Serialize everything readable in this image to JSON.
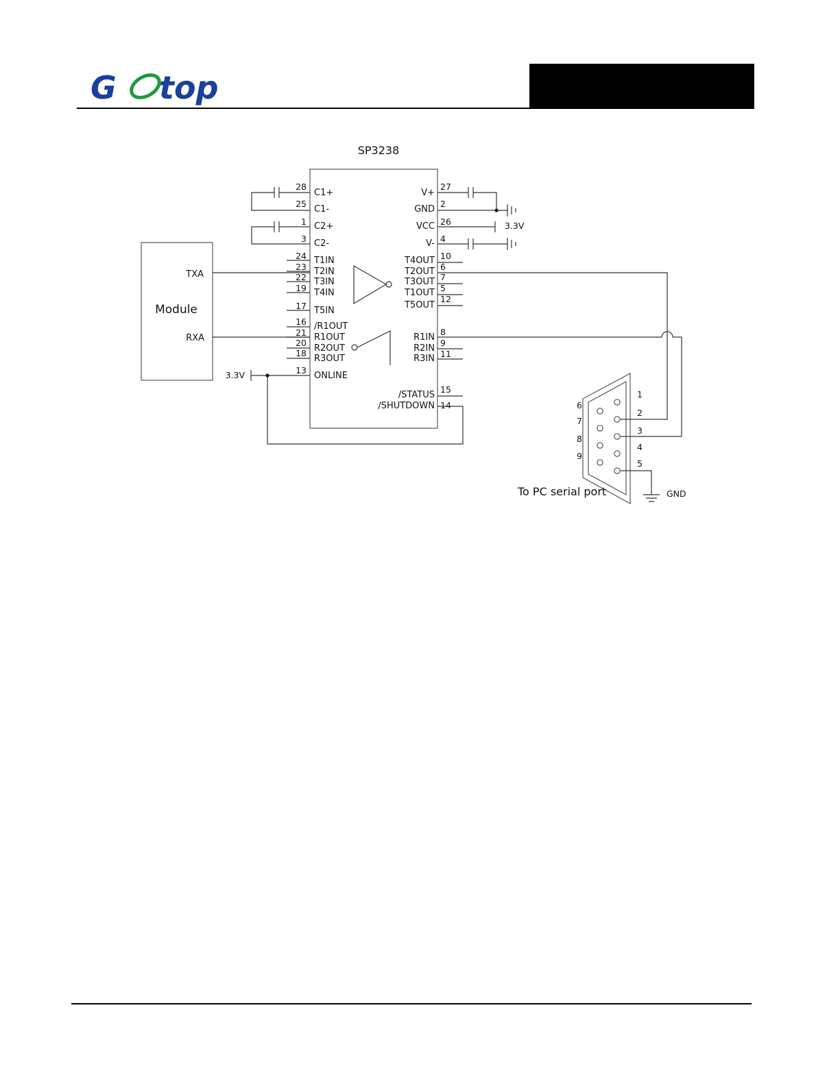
{
  "header": {
    "logo_text": "Gotop",
    "brand_colors": {
      "blue": "#1a3f9c",
      "green": "#1c9a3c"
    }
  },
  "diagram": {
    "chip_name": "SP3238",
    "module_label": "Module",
    "module_pins": [
      "TXA",
      "RXA"
    ],
    "supply_left": "3.3V",
    "left_pins": [
      {
        "num": "28",
        "name": "C1+"
      },
      {
        "num": "25",
        "name": "C1-"
      },
      {
        "num": "1",
        "name": "C2+"
      },
      {
        "num": "3",
        "name": "C2-"
      },
      {
        "num": "24",
        "name": "T1IN"
      },
      {
        "num": "23",
        "name": "T2IN"
      },
      {
        "num": "22",
        "name": "T3IN"
      },
      {
        "num": "19",
        "name": "T4IN"
      },
      {
        "num": "17",
        "name": "T5IN"
      },
      {
        "num": "16",
        "name": "/R1OUT"
      },
      {
        "num": "21",
        "name": "R1OUT"
      },
      {
        "num": "20",
        "name": "R2OUT"
      },
      {
        "num": "18",
        "name": "R3OUT"
      },
      {
        "num": "13",
        "name": "ONLINE"
      }
    ],
    "right_pins": [
      {
        "num": "27",
        "name": "V+"
      },
      {
        "num": "2",
        "name": "GND"
      },
      {
        "num": "26",
        "name": "VCC"
      },
      {
        "num": "4",
        "name": "V-"
      },
      {
        "num": "10",
        "name": "T4OUT"
      },
      {
        "num": "6",
        "name": "T2OUT"
      },
      {
        "num": "7",
        "name": "T3OUT"
      },
      {
        "num": "5",
        "name": "T1OUT"
      },
      {
        "num": "12",
        "name": "T5OUT"
      },
      {
        "num": "8",
        "name": "R1IN"
      },
      {
        "num": "9",
        "name": "R2IN"
      },
      {
        "num": "11",
        "name": "R3IN"
      },
      {
        "num": "15",
        "name": "/STATUS"
      },
      {
        "num": "14",
        "name": "/SHUTDOWN"
      }
    ],
    "supply_right": "3.3V",
    "db9_pins_right": [
      "1",
      "2",
      "3",
      "4",
      "5"
    ],
    "db9_pins_left": [
      "6",
      "7",
      "8",
      "9"
    ],
    "connector_label": "To PC serial port",
    "ground_label": "GND"
  }
}
